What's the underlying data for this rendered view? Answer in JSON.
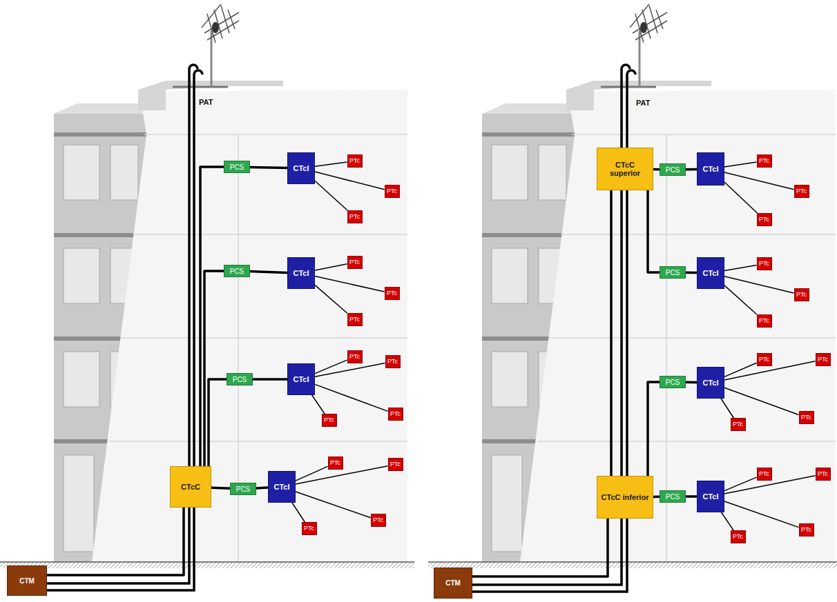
{
  "diagram": {
    "nodes": [
      {
        "text": [
          "PCS"
        ]
      },
      {
        "text": [
          "CTcI"
        ]
      },
      {
        "text": [
          "PTc"
        ]
      },
      {
        "text": [
          "PTc"
        ]
      },
      {
        "text": [
          "PTc"
        ]
      },
      {
        "text": [
          "PCS"
        ]
      },
      {
        "text": [
          "CTcI"
        ]
      },
      {
        "text": [
          "PTc"
        ]
      },
      {
        "text": [
          "PTc"
        ]
      },
      {
        "text": [
          "PTc"
        ]
      },
      {
        "text": [
          "PCS"
        ]
      },
      {
        "text": [
          "CTcI"
        ]
      },
      {
        "text": [
          "PTc"
        ]
      },
      {
        "text": [
          "PTc"
        ]
      },
      {
        "text": [
          "PTc"
        ]
      },
      {
        "text": [
          "PTc"
        ]
      },
      {
        "text": [
          "CTcC"
        ]
      },
      {
        "text": [
          "PCS"
        ]
      },
      {
        "text": [
          "CTcI"
        ]
      },
      {
        "text": [
          "PTc"
        ]
      },
      {
        "text": [
          "PTc"
        ]
      },
      {
        "text": [
          "PTc"
        ]
      },
      {
        "text": [
          "PTc"
        ]
      },
      {
        "text": [
          "CTM"
        ]
      },
      {
        "text": [
          "CTcC superior"
        ]
      },
      {
        "text": [
          "PCS"
        ]
      },
      {
        "text": [
          "CTcI"
        ]
      },
      {
        "text": [
          "PTc"
        ]
      },
      {
        "text": [
          "PTc"
        ]
      },
      {
        "text": [
          "PTc"
        ]
      },
      {
        "text": [
          "PCS"
        ]
      },
      {
        "text": [
          "CTcI"
        ]
      },
      {
        "text": [
          "PTc"
        ]
      },
      {
        "text": [
          "PTc"
        ]
      },
      {
        "text": [
          "PTc"
        ]
      },
      {
        "text": [
          "PCS"
        ]
      },
      {
        "text": [
          "CTcI"
        ]
      },
      {
        "text": [
          "PTc"
        ]
      },
      {
        "text": [
          "PTc"
        ]
      },
      {
        "text": [
          "PTc"
        ]
      },
      {
        "text": [
          "PTc"
        ]
      },
      {
        "text": [
          "CTcC inferior"
        ]
      },
      {
        "text": [
          "PCS"
        ]
      },
      {
        "text": [
          "CTcI"
        ]
      },
      {
        "text": [
          "PTc"
        ]
      },
      {
        "text": [
          "PTc"
        ]
      },
      {
        "text": [
          "PTc"
        ]
      },
      {
        "text": [
          "PTc"
        ]
      },
      {
        "text": [
          "CTM"
        ]
      }
    ],
    "edges": [
      {
        "from": 16,
        "to": 0,
        "arrow": "none"
      },
      {
        "from": 0,
        "to": 1,
        "arrow": "none"
      },
      {
        "from": 1,
        "to": 2,
        "arrow": "none"
      },
      {
        "from": 1,
        "to": 3,
        "arrow": "none"
      },
      {
        "from": 1,
        "to": 4,
        "arrow": "none"
      },
      {
        "from": 16,
        "to": 5,
        "arrow": "none"
      },
      {
        "from": 5,
        "to": 6,
        "arrow": "none"
      },
      {
        "from": 6,
        "to": 7,
        "arrow": "none"
      },
      {
        "from": 6,
        "to": 8,
        "arrow": "none"
      },
      {
        "from": 6,
        "to": 9,
        "arrow": "none"
      },
      {
        "from": 16,
        "to": 10,
        "arrow": "none"
      },
      {
        "from": 10,
        "to": 11,
        "arrow": "none"
      },
      {
        "from": 11,
        "to": 12,
        "arrow": "none"
      },
      {
        "from": 11,
        "to": 13,
        "arrow": "none"
      },
      {
        "from": 11,
        "to": 14,
        "arrow": "none"
      },
      {
        "from": 11,
        "to": 15,
        "arrow": "none"
      },
      {
        "from": 16,
        "to": 17,
        "arrow": "none"
      },
      {
        "from": 17,
        "to": 18,
        "arrow": "none"
      },
      {
        "from": 18,
        "to": 19,
        "arrow": "none"
      },
      {
        "from": 18,
        "to": 20,
        "arrow": "none"
      },
      {
        "from": 18,
        "to": 21,
        "arrow": "none"
      },
      {
        "from": 18,
        "to": 22,
        "arrow": "none"
      },
      {
        "from": 23,
        "to": 16,
        "arrow": "none"
      },
      {
        "from": 24,
        "to": 25,
        "arrow": "none"
      },
      {
        "from": 25,
        "to": 26,
        "arrow": "none"
      },
      {
        "from": 26,
        "to": 27,
        "arrow": "none"
      },
      {
        "from": 26,
        "to": 28,
        "arrow": "none"
      },
      {
        "from": 26,
        "to": 29,
        "arrow": "none"
      },
      {
        "from": 24,
        "to": 30,
        "arrow": "none"
      },
      {
        "from": 30,
        "to": 31,
        "arrow": "none"
      },
      {
        "from": 31,
        "to": 32,
        "arrow": "none"
      },
      {
        "from": 31,
        "to": 33,
        "arrow": "none"
      },
      {
        "from": 31,
        "to": 34,
        "arrow": "none"
      },
      {
        "from": 41,
        "to": 35,
        "arrow": "none"
      },
      {
        "from": 35,
        "to": 36,
        "arrow": "none"
      },
      {
        "from": 36,
        "to": 37,
        "arrow": "none"
      },
      {
        "from": 36,
        "to": 38,
        "arrow": "none"
      },
      {
        "from": 36,
        "to": 39,
        "arrow": "none"
      },
      {
        "from": 36,
        "to": 40,
        "arrow": "none"
      },
      {
        "from": 41,
        "to": 42,
        "arrow": "none"
      },
      {
        "from": 42,
        "to": 43,
        "arrow": "none"
      },
      {
        "from": 43,
        "to": 44,
        "arrow": "none"
      },
      {
        "from": 43,
        "to": 45,
        "arrow": "none"
      },
      {
        "from": 43,
        "to": 46,
        "arrow": "none"
      },
      {
        "from": 43,
        "to": 47,
        "arrow": "none"
      },
      {
        "from": 48,
        "to": 41,
        "arrow": "none"
      },
      {
        "from": 41,
        "to": 24,
        "arrow": "none"
      }
    ],
    "labels": [
      "PAT",
      "PAT"
    ]
  }
}
